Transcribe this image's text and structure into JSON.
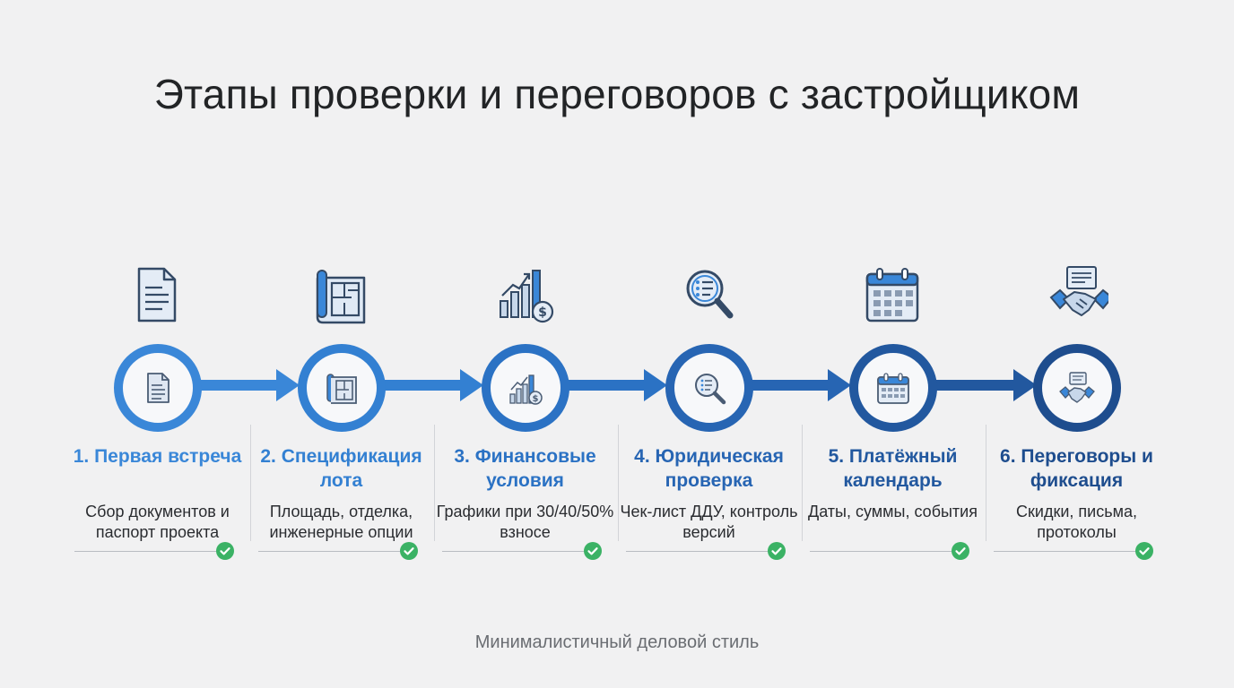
{
  "title": "Этапы проверки и переговоров с застройщиком",
  "footer": "Минималистичный деловой стиль",
  "colors": {
    "step1": "#3a87d8",
    "step2": "#3380d2",
    "step3": "#2b72c4",
    "step4": "#2765b3",
    "step5": "#22589f",
    "step6": "#1e4d8e",
    "check": "#3bb265"
  },
  "steps": [
    {
      "title": "1. Первая встреча",
      "desc": "Сбор документов и паспорт проекта",
      "icon": "document-icon"
    },
    {
      "title": "2. Спецификация лота",
      "desc": "Площадь, отделка, инженерные опции",
      "icon": "floor-plan-icon"
    },
    {
      "title": "3. Финансовые условия",
      "desc": "Графики при 30/40/50% взносе",
      "icon": "finance-chart-icon"
    },
    {
      "title": "4. Юридическая проверка",
      "desc": "Чек-лист ДДУ, контроль версий",
      "icon": "magnifier-checklist-icon"
    },
    {
      "title": "5. Платёжный календарь",
      "desc": "Даты, суммы, события",
      "icon": "calendar-icon"
    },
    {
      "title": "6. Переговоры и фиксация",
      "desc": "Скидки, письма, протоколы",
      "icon": "handshake-icon"
    }
  ]
}
